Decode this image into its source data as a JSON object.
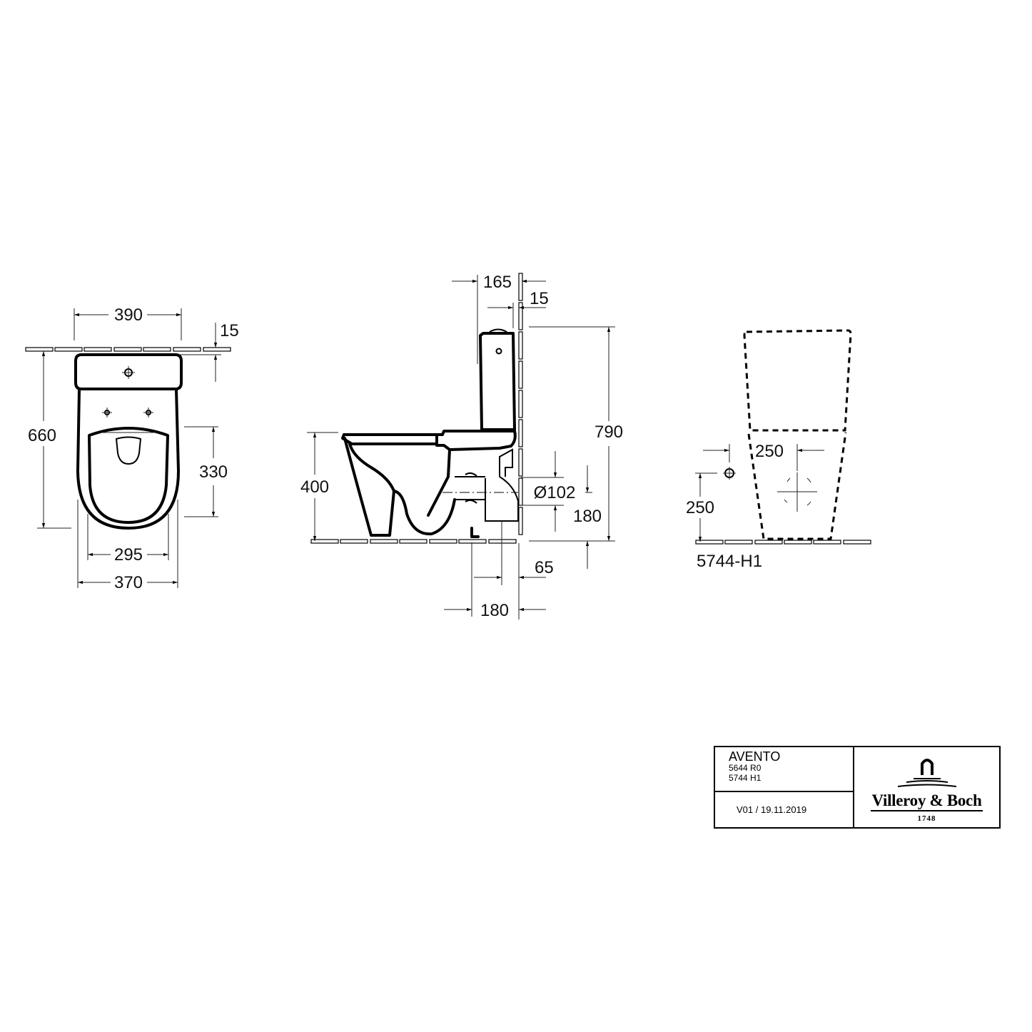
{
  "drawing": {
    "product": "AVENTO",
    "codes": [
      "5644 R0",
      "5744 H1"
    ],
    "version": "V01 / 19.11.2019",
    "brand": "Villeroy & Boch",
    "brand_year": "1748",
    "brand_color": "#000000"
  },
  "plan_view": {
    "dims": {
      "width_tank": "390",
      "wall_gap": "15",
      "depth_total": "660",
      "seat_depth": "330",
      "seat_width": "295",
      "bowl_width": "370"
    }
  },
  "side_view": {
    "dims": {
      "tank_depth": "165",
      "wall_gap": "15",
      "total_height": "790",
      "seat_height": "400",
      "outlet_diameter": "Ø102",
      "outlet_height": "180",
      "wall_offset": "65",
      "outlet_distance": "180"
    }
  },
  "front_view": {
    "label": "5744-H1",
    "dims": {
      "supply_horizontal": "250",
      "supply_height": "250"
    }
  }
}
